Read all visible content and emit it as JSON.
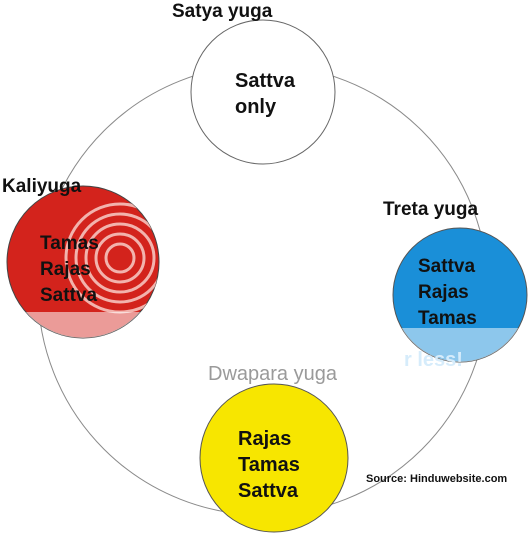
{
  "yugas": {
    "satya": {
      "title": "Satya yuga",
      "gunas": [
        "Sattva",
        "only"
      ],
      "color": "#ffffff"
    },
    "treta": {
      "title": "Treta yuga",
      "gunas": [
        "Sattva",
        "Rajas",
        "Tamas"
      ],
      "color": "#1a8fd8"
    },
    "dwapara": {
      "title": "Dwapara yuga",
      "gunas": [
        "Rajas",
        "Tamas",
        "Sattva"
      ],
      "color": "#f7e600"
    },
    "kali": {
      "title": "Kaliyuga",
      "gunas": [
        "Tamas",
        "Rajas",
        "Sattva"
      ],
      "color": "#d3231c"
    }
  },
  "watermark": {
    "icon": "photobucket-watermark",
    "visible_text": "r less!",
    "color": "#d6ecfb"
  },
  "source": "Source: Hinduwebsite.com"
}
